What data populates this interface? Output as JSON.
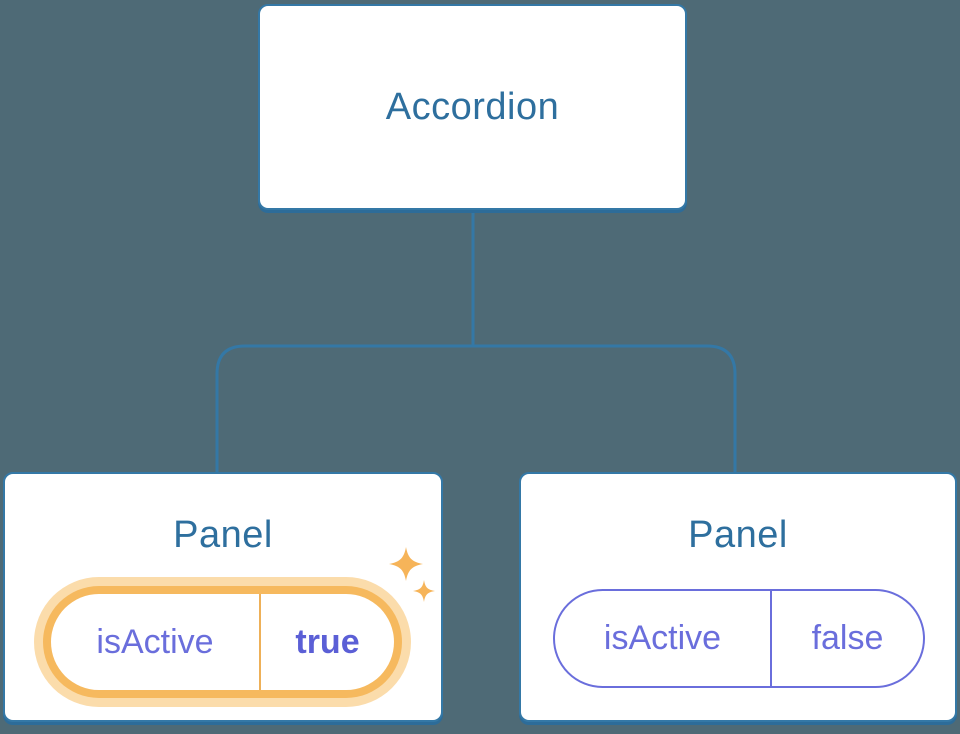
{
  "colors": {
    "background": "#4e6a76",
    "node_border_blue": "#3478a6",
    "node_shadow_blue": "#2d6c99",
    "node_text_blue": "#2e6f9e",
    "state_purple": "#6a6edc",
    "state_value_bold_purple": "#5b5fd6",
    "highlight_orange": "#f6b95e",
    "highlight_halo_orange": "#fbdcab",
    "sparkle_orange": "#f6b459"
  },
  "root_node": {
    "label": "Accordion"
  },
  "child_nodes": [
    {
      "label": "Panel",
      "state": {
        "name": "isActive",
        "value": "true"
      },
      "highlighted": true,
      "sparkles": true
    },
    {
      "label": "Panel",
      "state": {
        "name": "isActive",
        "value": "false"
      },
      "highlighted": false,
      "sparkles": false
    }
  ]
}
